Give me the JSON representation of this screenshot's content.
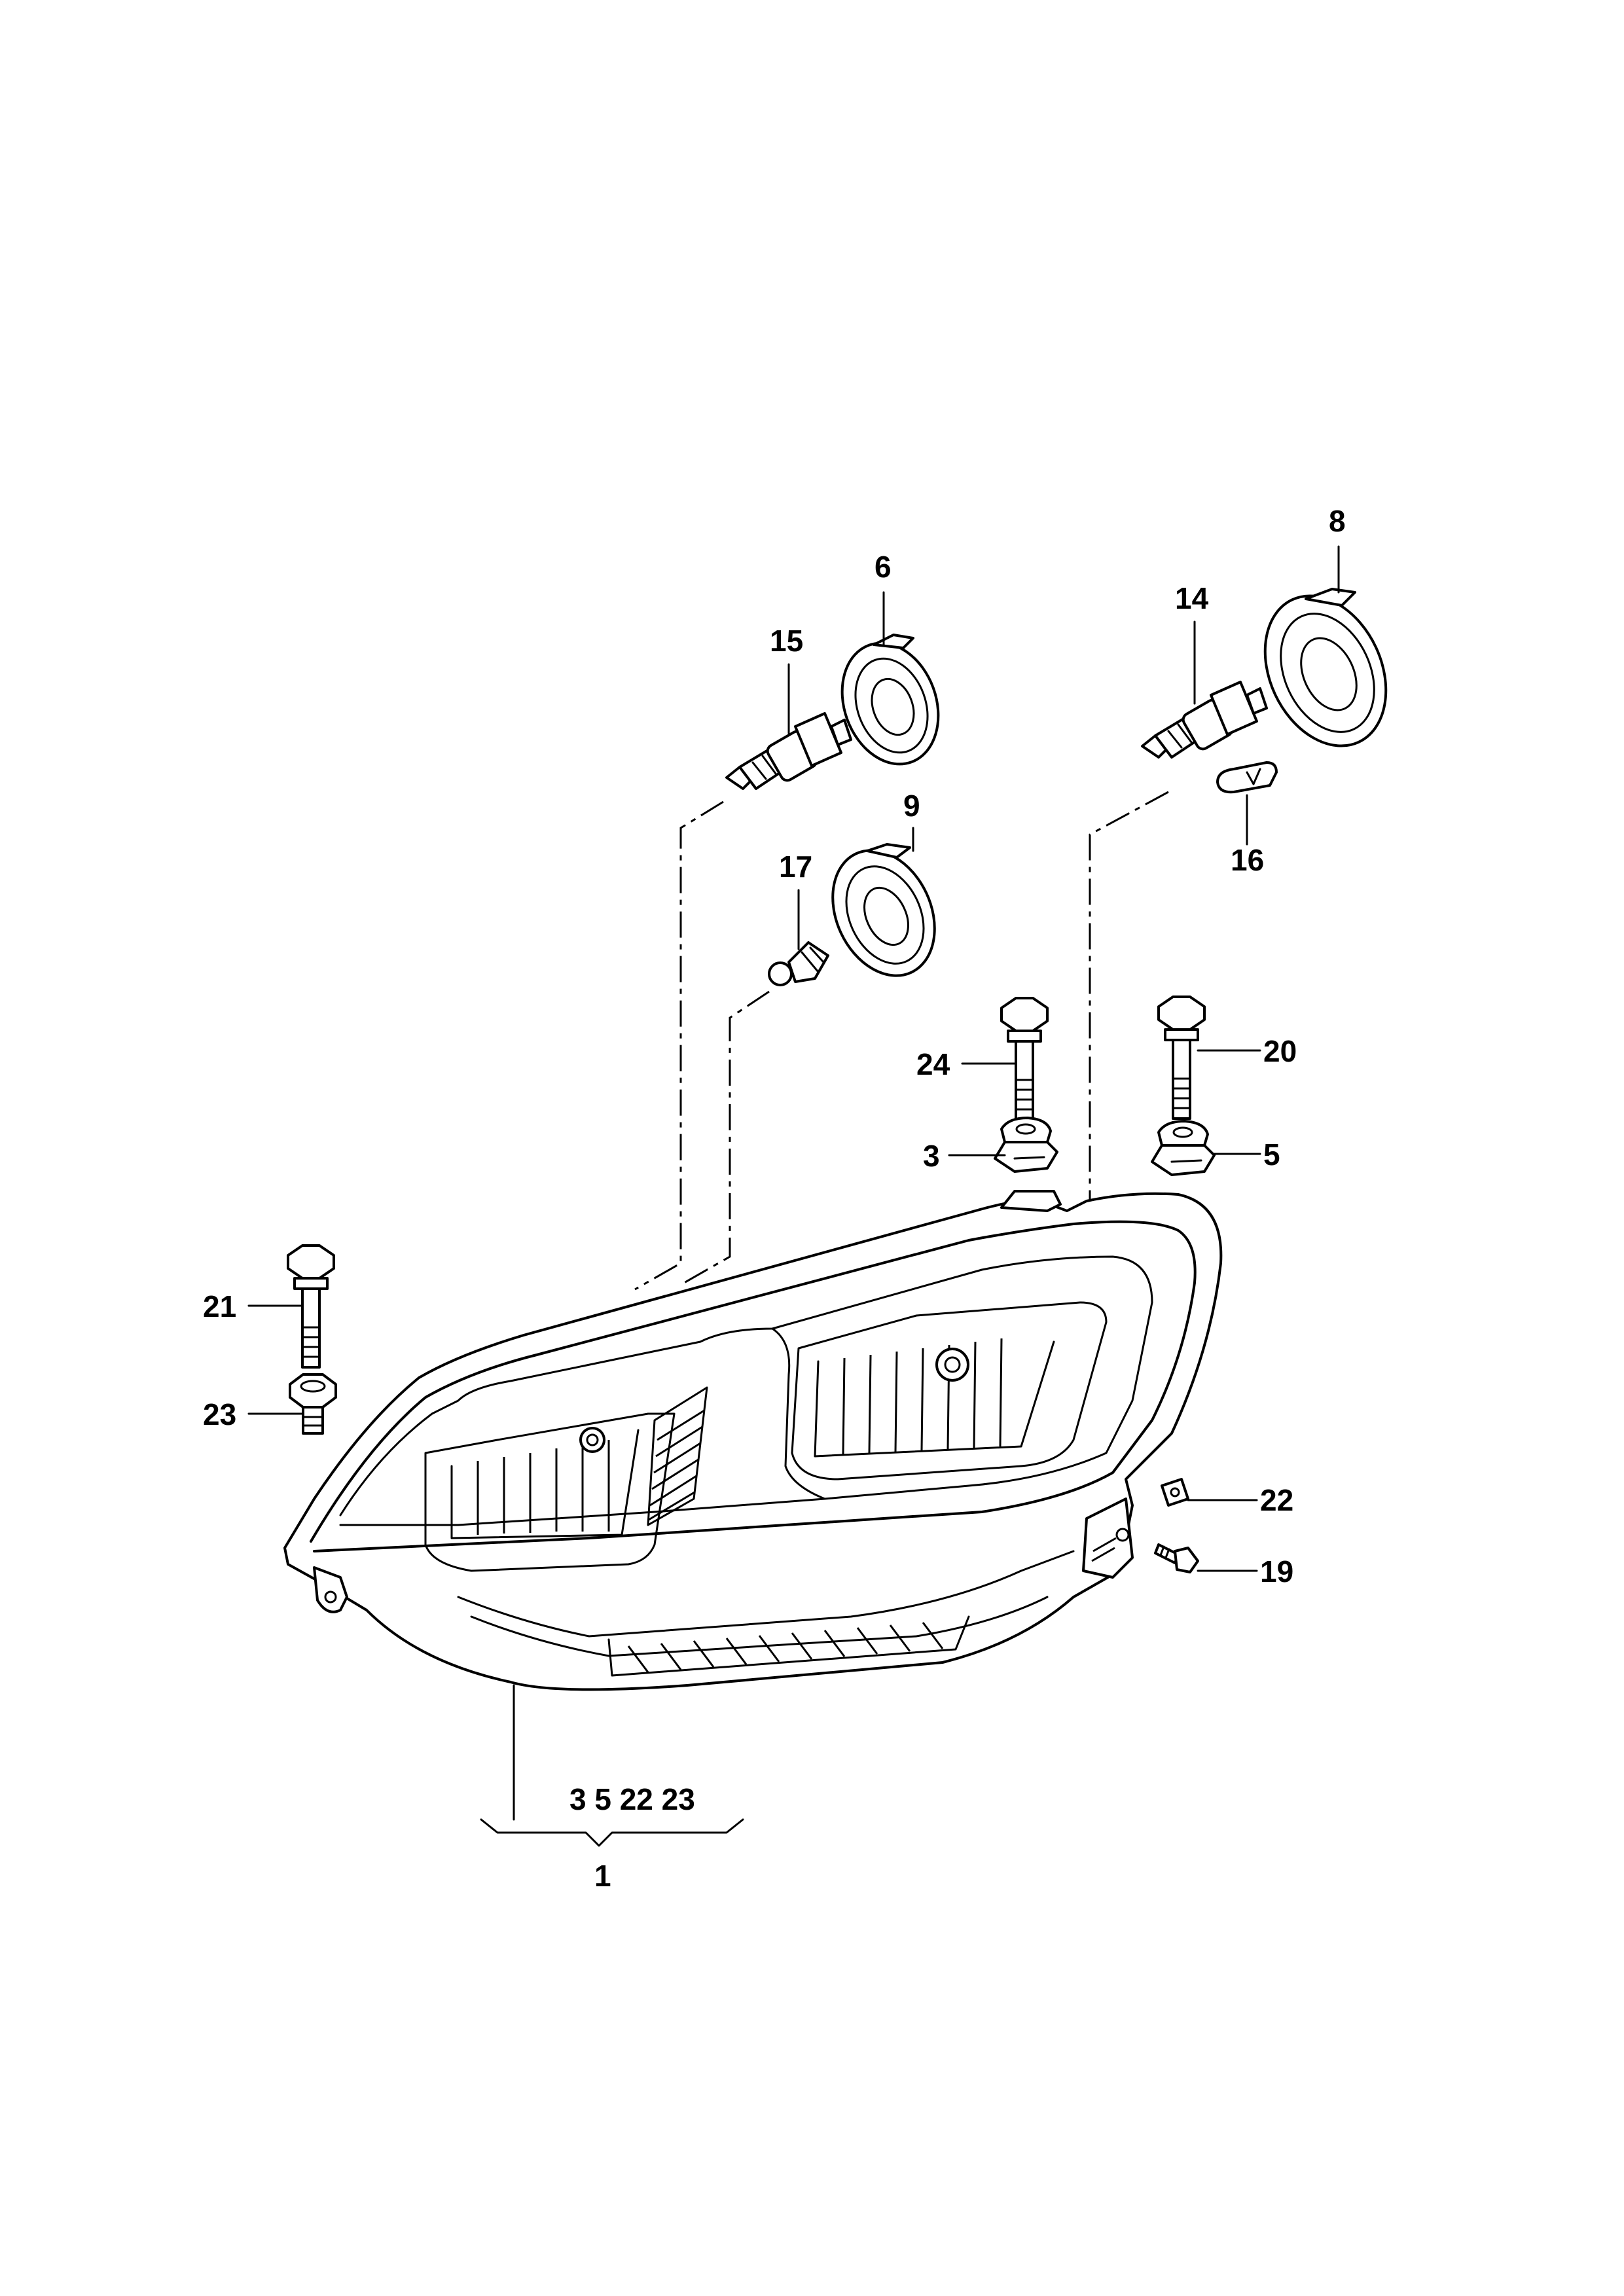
{
  "diagram": {
    "callouts": {
      "c6": "6",
      "c8": "8",
      "c14": "14",
      "c15": "15",
      "c9": "9",
      "c16": "16",
      "c17": "17",
      "c24": "24",
      "c20": "20",
      "c3": "3",
      "c5": "5",
      "c21": "21",
      "c23": "23",
      "c22": "22",
      "c19": "19",
      "c1": "1",
      "group": "3 5 22 23"
    }
  }
}
